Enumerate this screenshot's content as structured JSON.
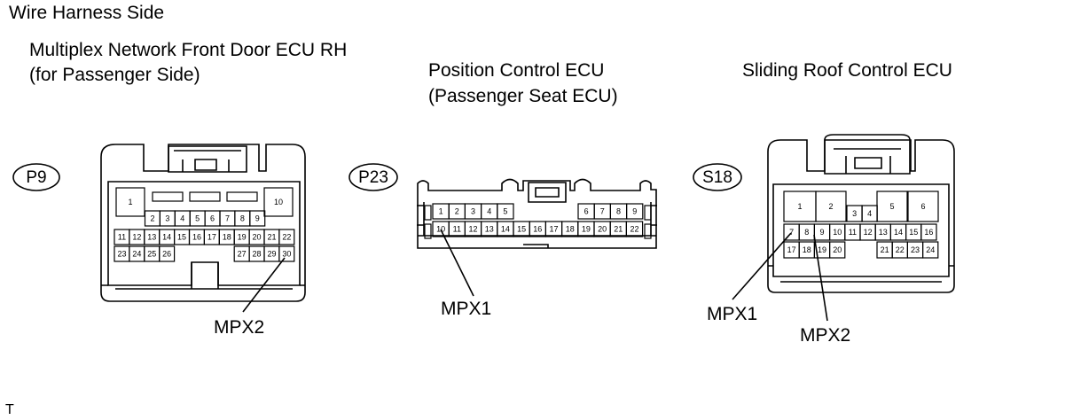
{
  "header": {
    "title": "Wire Harness Side"
  },
  "connectors": [
    {
      "id": "P9",
      "name_line1": "Multiplex Network Front Door ECU RH",
      "name_line2": "(for Passenger Side)",
      "pins": [
        "1",
        "2",
        "3",
        "4",
        "5",
        "6",
        "7",
        "8",
        "9",
        "10",
        "11",
        "12",
        "13",
        "14",
        "15",
        "16",
        "17",
        "18",
        "19",
        "20",
        "21",
        "22",
        "23",
        "24",
        "25",
        "26",
        "27",
        "28",
        "29",
        "30"
      ],
      "callouts": [
        "MPX2"
      ]
    },
    {
      "id": "P23",
      "name_line1": "Position Control ECU",
      "name_line2": "(Passenger Seat ECU)",
      "pins": [
        "1",
        "2",
        "3",
        "4",
        "5",
        "6",
        "7",
        "8",
        "9",
        "10",
        "11",
        "12",
        "13",
        "14",
        "15",
        "16",
        "17",
        "18",
        "19",
        "20",
        "21",
        "22"
      ],
      "callouts": [
        "MPX1"
      ]
    },
    {
      "id": "S18",
      "name_line1": "Sliding Roof Control ECU",
      "name_line2": "",
      "pins": [
        "1",
        "2",
        "3",
        "4",
        "5",
        "6",
        "7",
        "8",
        "9",
        "10",
        "11",
        "12",
        "13",
        "14",
        "15",
        "16",
        "17",
        "18",
        "19",
        "20",
        "21",
        "22",
        "23",
        "24"
      ],
      "callouts": [
        "MPX1",
        "MPX2"
      ]
    }
  ],
  "footer": {
    "mark": "T"
  }
}
